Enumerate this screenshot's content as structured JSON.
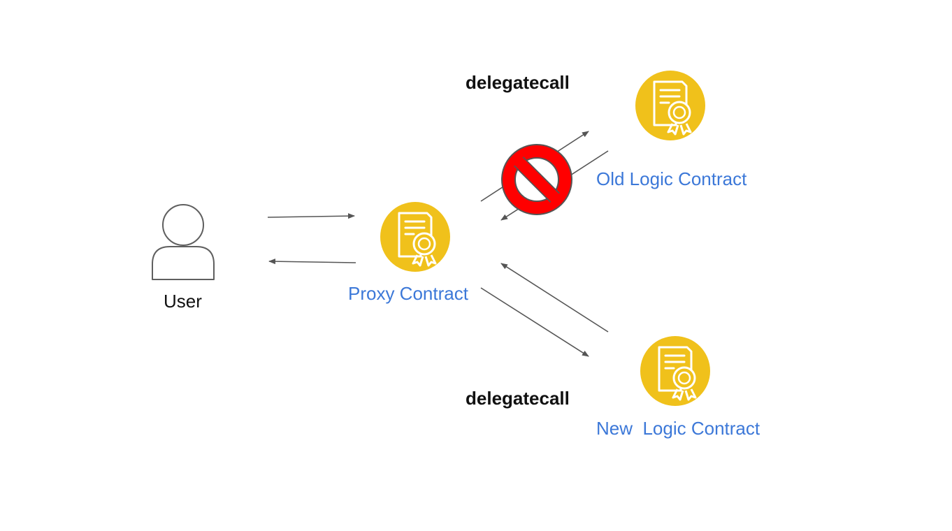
{
  "nodes": {
    "user": {
      "label": "User",
      "icon": "user-icon"
    },
    "proxy": {
      "label": "Proxy Contract",
      "icon": "certificate-icon"
    },
    "old_logic": {
      "label": "Old Logic Contract",
      "icon": "certificate-icon",
      "status": "blocked"
    },
    "new_logic": {
      "label": "New  Logic Contract",
      "icon": "certificate-icon"
    }
  },
  "edges": {
    "top_call_label": "delegatecall",
    "bottom_call_label": "delegatecall"
  },
  "blocked_icon": "prohibited-icon",
  "colors": {
    "contract_fill": "#f0c11b",
    "contract_icon": "#ffffff",
    "label_blue": "#3c78d8",
    "arrow": "#555555",
    "prohibited_red": "#ff0000",
    "prohibited_outline": "#555555",
    "user_outline": "#5f5f5f"
  }
}
